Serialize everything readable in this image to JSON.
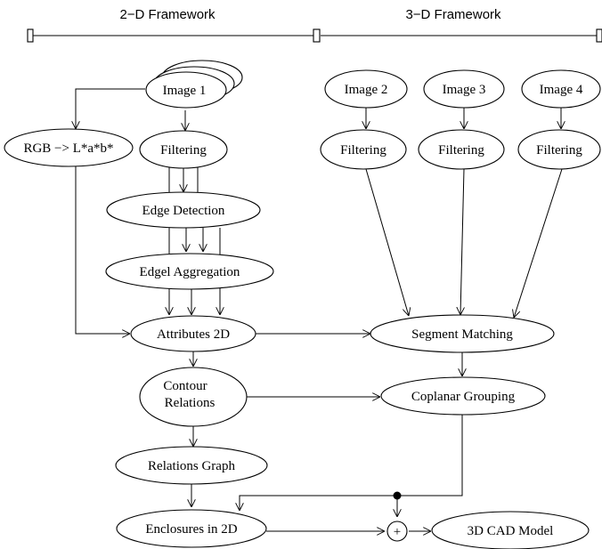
{
  "header": {
    "framework_2d": "2−D Framework",
    "framework_3d": "3−D Framework"
  },
  "nodes": {
    "image1": "Image 1",
    "image2": "Image 2",
    "image3": "Image 3",
    "image4": "Image 4",
    "rgb": "RGB −> L*a*b*",
    "filtering1": "Filtering",
    "filtering2": "Filtering",
    "filtering3": "Filtering",
    "filtering4": "Filtering",
    "edge_detection": "Edge Detection",
    "edgel_aggregation": "Edgel Aggregation",
    "attributes_2d": "Attributes 2D",
    "segment_matching": "Segment Matching",
    "contour_relations_line1": "Contour",
    "contour_relations_line2": "Relations",
    "coplanar_grouping": "Coplanar Grouping",
    "relations_graph": "Relations Graph",
    "enclosures_2d": "Enclosures in 2D",
    "cad_model": "3D CAD Model",
    "plus_symbol": "+"
  }
}
